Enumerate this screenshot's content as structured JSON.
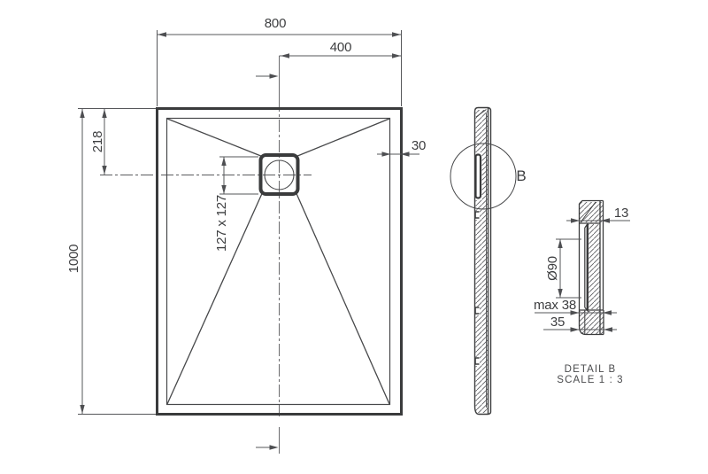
{
  "drawing": {
    "plan_view": {
      "width": "800",
      "center_to_edge": "400",
      "drain_center_from_top": "218",
      "length": "1000",
      "rim_width": "30",
      "drain_size": "127 x 127"
    },
    "side_view": {
      "detail_marker": "B"
    },
    "detail_view": {
      "edge_thickness": "13",
      "drain_diameter": "Ø90",
      "max_thickness": "max 38",
      "base_thickness": "35",
      "title": "DETAIL B",
      "scale": "SCALE 1 : 3"
    },
    "colors": {
      "line": "#3a3b3c",
      "dimension": "#56575a",
      "text": "#3d3e40",
      "background": "#ffffff"
    }
  }
}
